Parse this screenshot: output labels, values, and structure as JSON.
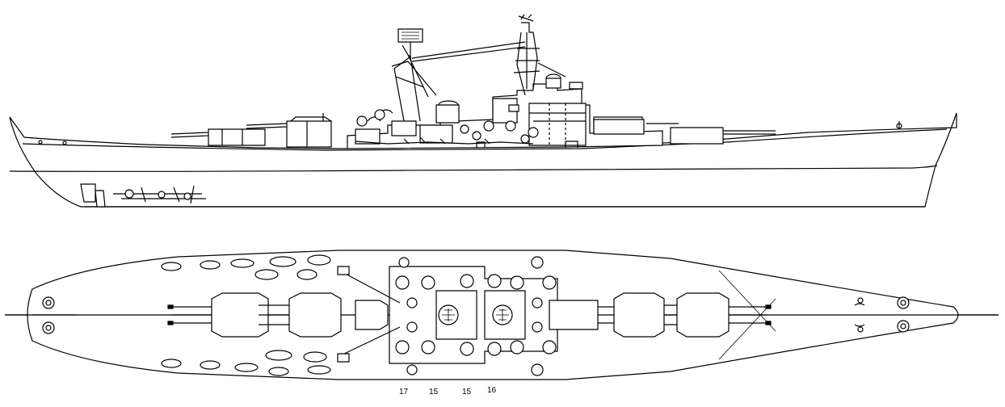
{
  "plan_callouts": [
    "17",
    "15",
    "15",
    "16"
  ]
}
